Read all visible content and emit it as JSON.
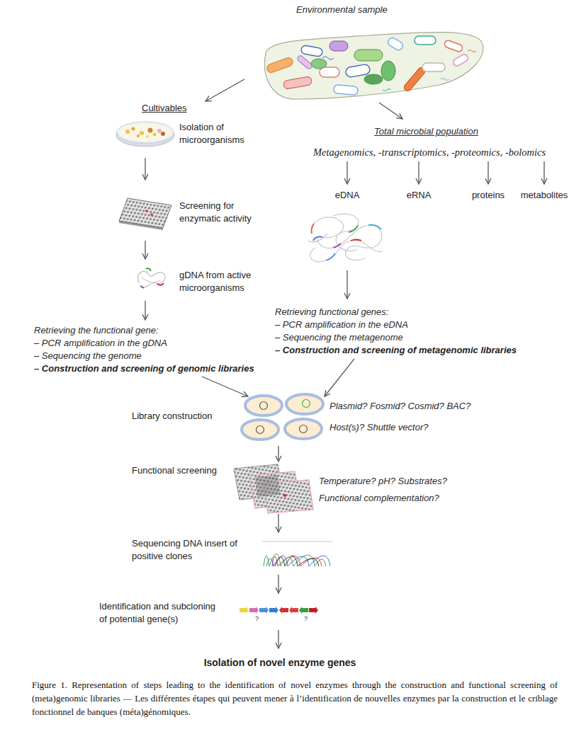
{
  "diagram": {
    "caption": "Figure 1. Representation of steps leading to the identification of novel enzymes through the construction and functional screening of (meta)genomic libraries — Les différentes étapes qui peuvent mener à l’identification de nouvelles enzymes par la construction et le criblage fonctionnel de banques (méta)génomiques.",
    "nodes": [
      {
        "text": [
          "Environmental sample"
        ]
      },
      {
        "text": [
          "Cultivables",
          "Isolation of microorganisms"
        ]
      },
      {
        "text": [
          "Screening for enzymatic activity"
        ]
      },
      {
        "text": [
          "gDNA from active microorganisms"
        ]
      },
      {
        "text": [
          "Retrieving the functional gene:",
          "– PCR amplification in the gDNA",
          "– Sequencing the genome",
          "– Construction and screening of genomic libraries"
        ]
      },
      {
        "text": [
          "Total microbial population",
          "Metagenomics, -transcriptomics, -proteomics, -bolomics"
        ]
      },
      {
        "text": [
          "eDNA"
        ]
      },
      {
        "text": [
          "eRNA"
        ]
      },
      {
        "text": [
          "proteins"
        ]
      },
      {
        "text": [
          "metabolites"
        ]
      },
      {
        "text": [
          "Retrieving functional genes:",
          "– PCR amplification in the eDNA",
          "– Sequencing the metagenome",
          "– Construction and screening of metagenomic libraries"
        ]
      },
      {
        "text": [
          "Library construction",
          "Plasmid? Fosmid? Cosmid? BAC?",
          "Host(s)? Shuttle vector?"
        ]
      },
      {
        "text": [
          "Functional screening",
          "Temperature? pH? Substrates?",
          "Functional complementation?"
        ]
      },
      {
        "text": [
          "Sequencing DNA insert of positive clones"
        ]
      },
      {
        "text": [
          "Identification and subcloning of potential gene(s)"
        ]
      },
      {
        "text": [
          "Isolation of novel enzyme genes"
        ]
      }
    ],
    "edges": [
      {
        "from": 0,
        "to": 1,
        "arrow": "to"
      },
      {
        "from": 0,
        "to": 5,
        "arrow": "to"
      },
      {
        "from": 1,
        "to": 2,
        "arrow": "to"
      },
      {
        "from": 2,
        "to": 3,
        "arrow": "to"
      },
      {
        "from": 3,
        "to": 4,
        "arrow": "to"
      },
      {
        "from": 5,
        "to": 6,
        "arrow": "to"
      },
      {
        "from": 5,
        "to": 7,
        "arrow": "to"
      },
      {
        "from": 5,
        "to": 8,
        "arrow": "to"
      },
      {
        "from": 5,
        "to": 9,
        "arrow": "to"
      },
      {
        "from": 6,
        "to": 10,
        "arrow": "to"
      },
      {
        "from": 4,
        "to": 11,
        "arrow": "to"
      },
      {
        "from": 10,
        "to": 11,
        "arrow": "to"
      },
      {
        "from": 11,
        "to": 12,
        "arrow": "to"
      },
      {
        "from": 12,
        "to": 13,
        "arrow": "to"
      },
      {
        "from": 13,
        "to": 14,
        "arrow": "to"
      },
      {
        "from": 14,
        "to": 15,
        "arrow": "to"
      }
    ],
    "labels": [
      "?",
      "?"
    ]
  }
}
